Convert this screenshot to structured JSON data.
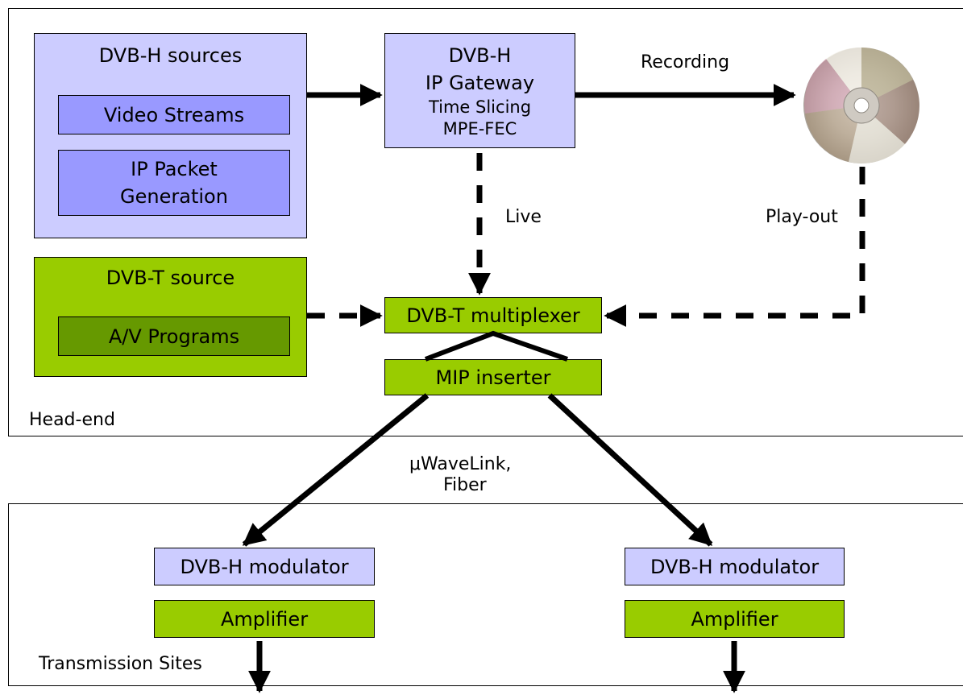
{
  "regions": {
    "head_end": "Head-end",
    "transmission_sites": "Transmission Sites"
  },
  "dvbh_sources": {
    "title": "DVB-H sources",
    "video_streams": "Video Streams",
    "ip_packet_line1": "IP Packet",
    "ip_packet_line2": "Generation"
  },
  "dvbt_source": {
    "title": "DVB-T source",
    "av_programs": "A/V Programs"
  },
  "gateway": {
    "line1": "DVB-H",
    "line2": "IP Gateway",
    "line3": "Time Slicing",
    "line4": "MPE-FEC"
  },
  "multiplexer": "DVB-T multiplexer",
  "mip_inserter": "MIP inserter",
  "sites": [
    {
      "modulator": "DVB-H modulator",
      "amplifier": "Amplifier"
    },
    {
      "modulator": "DVB-H modulator",
      "amplifier": "Amplifier"
    }
  ],
  "labels": {
    "recording": "Recording",
    "live": "Live",
    "play_out": "Play-out",
    "link_line1": "μWaveLink,",
    "link_line2": "Fiber"
  },
  "icons": {
    "disc": "optical-disc-icon"
  },
  "colors": {
    "dvbh_light": "#ccccff",
    "dvbh_dark": "#9999ff",
    "dvbt_light": "#99cc00",
    "dvbt_dark": "#669900"
  }
}
